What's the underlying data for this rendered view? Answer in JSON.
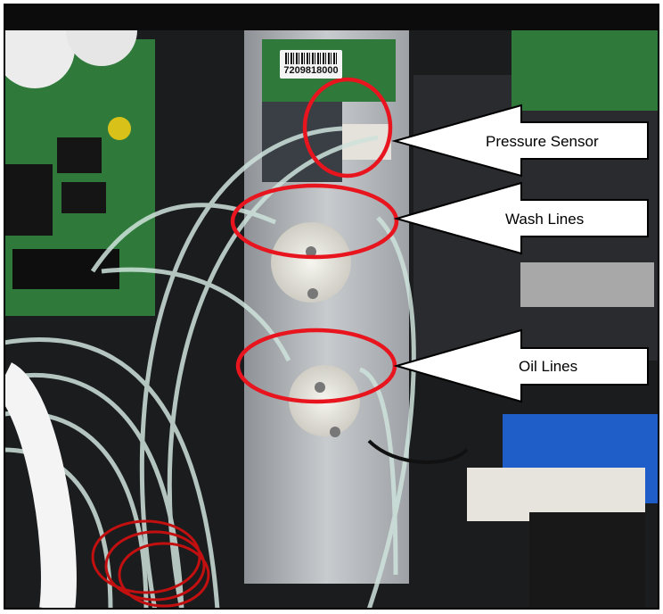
{
  "photo": {
    "barcode_number": "7209818000"
  },
  "callouts": [
    {
      "label": "Pressure Sensor"
    },
    {
      "label": "Wash Lines"
    },
    {
      "label": "Oil Lines"
    }
  ],
  "colors": {
    "highlight_red": "#e8141e",
    "board_green": "#2f7a3a",
    "panel_aluminum": "#b9bcbf",
    "pump_white": "#ecebe4"
  }
}
